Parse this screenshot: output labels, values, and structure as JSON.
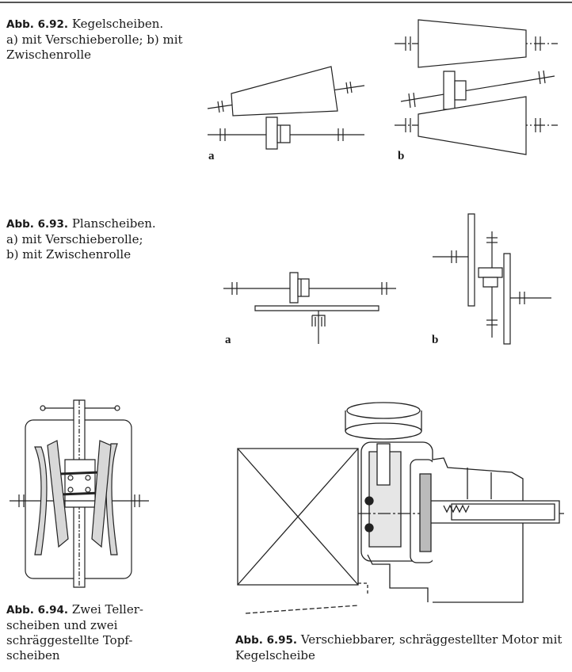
{
  "figures": [
    {
      "label": "Abb. 6.92.",
      "caption_lines": [
        "Kegelscheiben.",
        "a) mit Verschieberolle; b) mit",
        "Zwischenrolle"
      ],
      "subfigure_labels": [
        "a",
        "b"
      ]
    },
    {
      "label": "Abb. 6.93.",
      "caption_lines": [
        "Planscheiben.",
        "a) mit Verschieberolle;",
        "b) mit Zwischenrolle"
      ],
      "subfigure_labels": [
        "a",
        "b"
      ]
    },
    {
      "label": "Abb. 6.94.",
      "caption_lines": [
        "Zwei Teller-",
        "scheiben und zwei",
        "schräggestellte Topf-",
        "scheiben"
      ]
    },
    {
      "label": "Abb. 6.95.",
      "caption_lines": [
        "Verschiebbarer, schräggestellter Motor mit",
        "Kegelscheibe"
      ]
    }
  ]
}
